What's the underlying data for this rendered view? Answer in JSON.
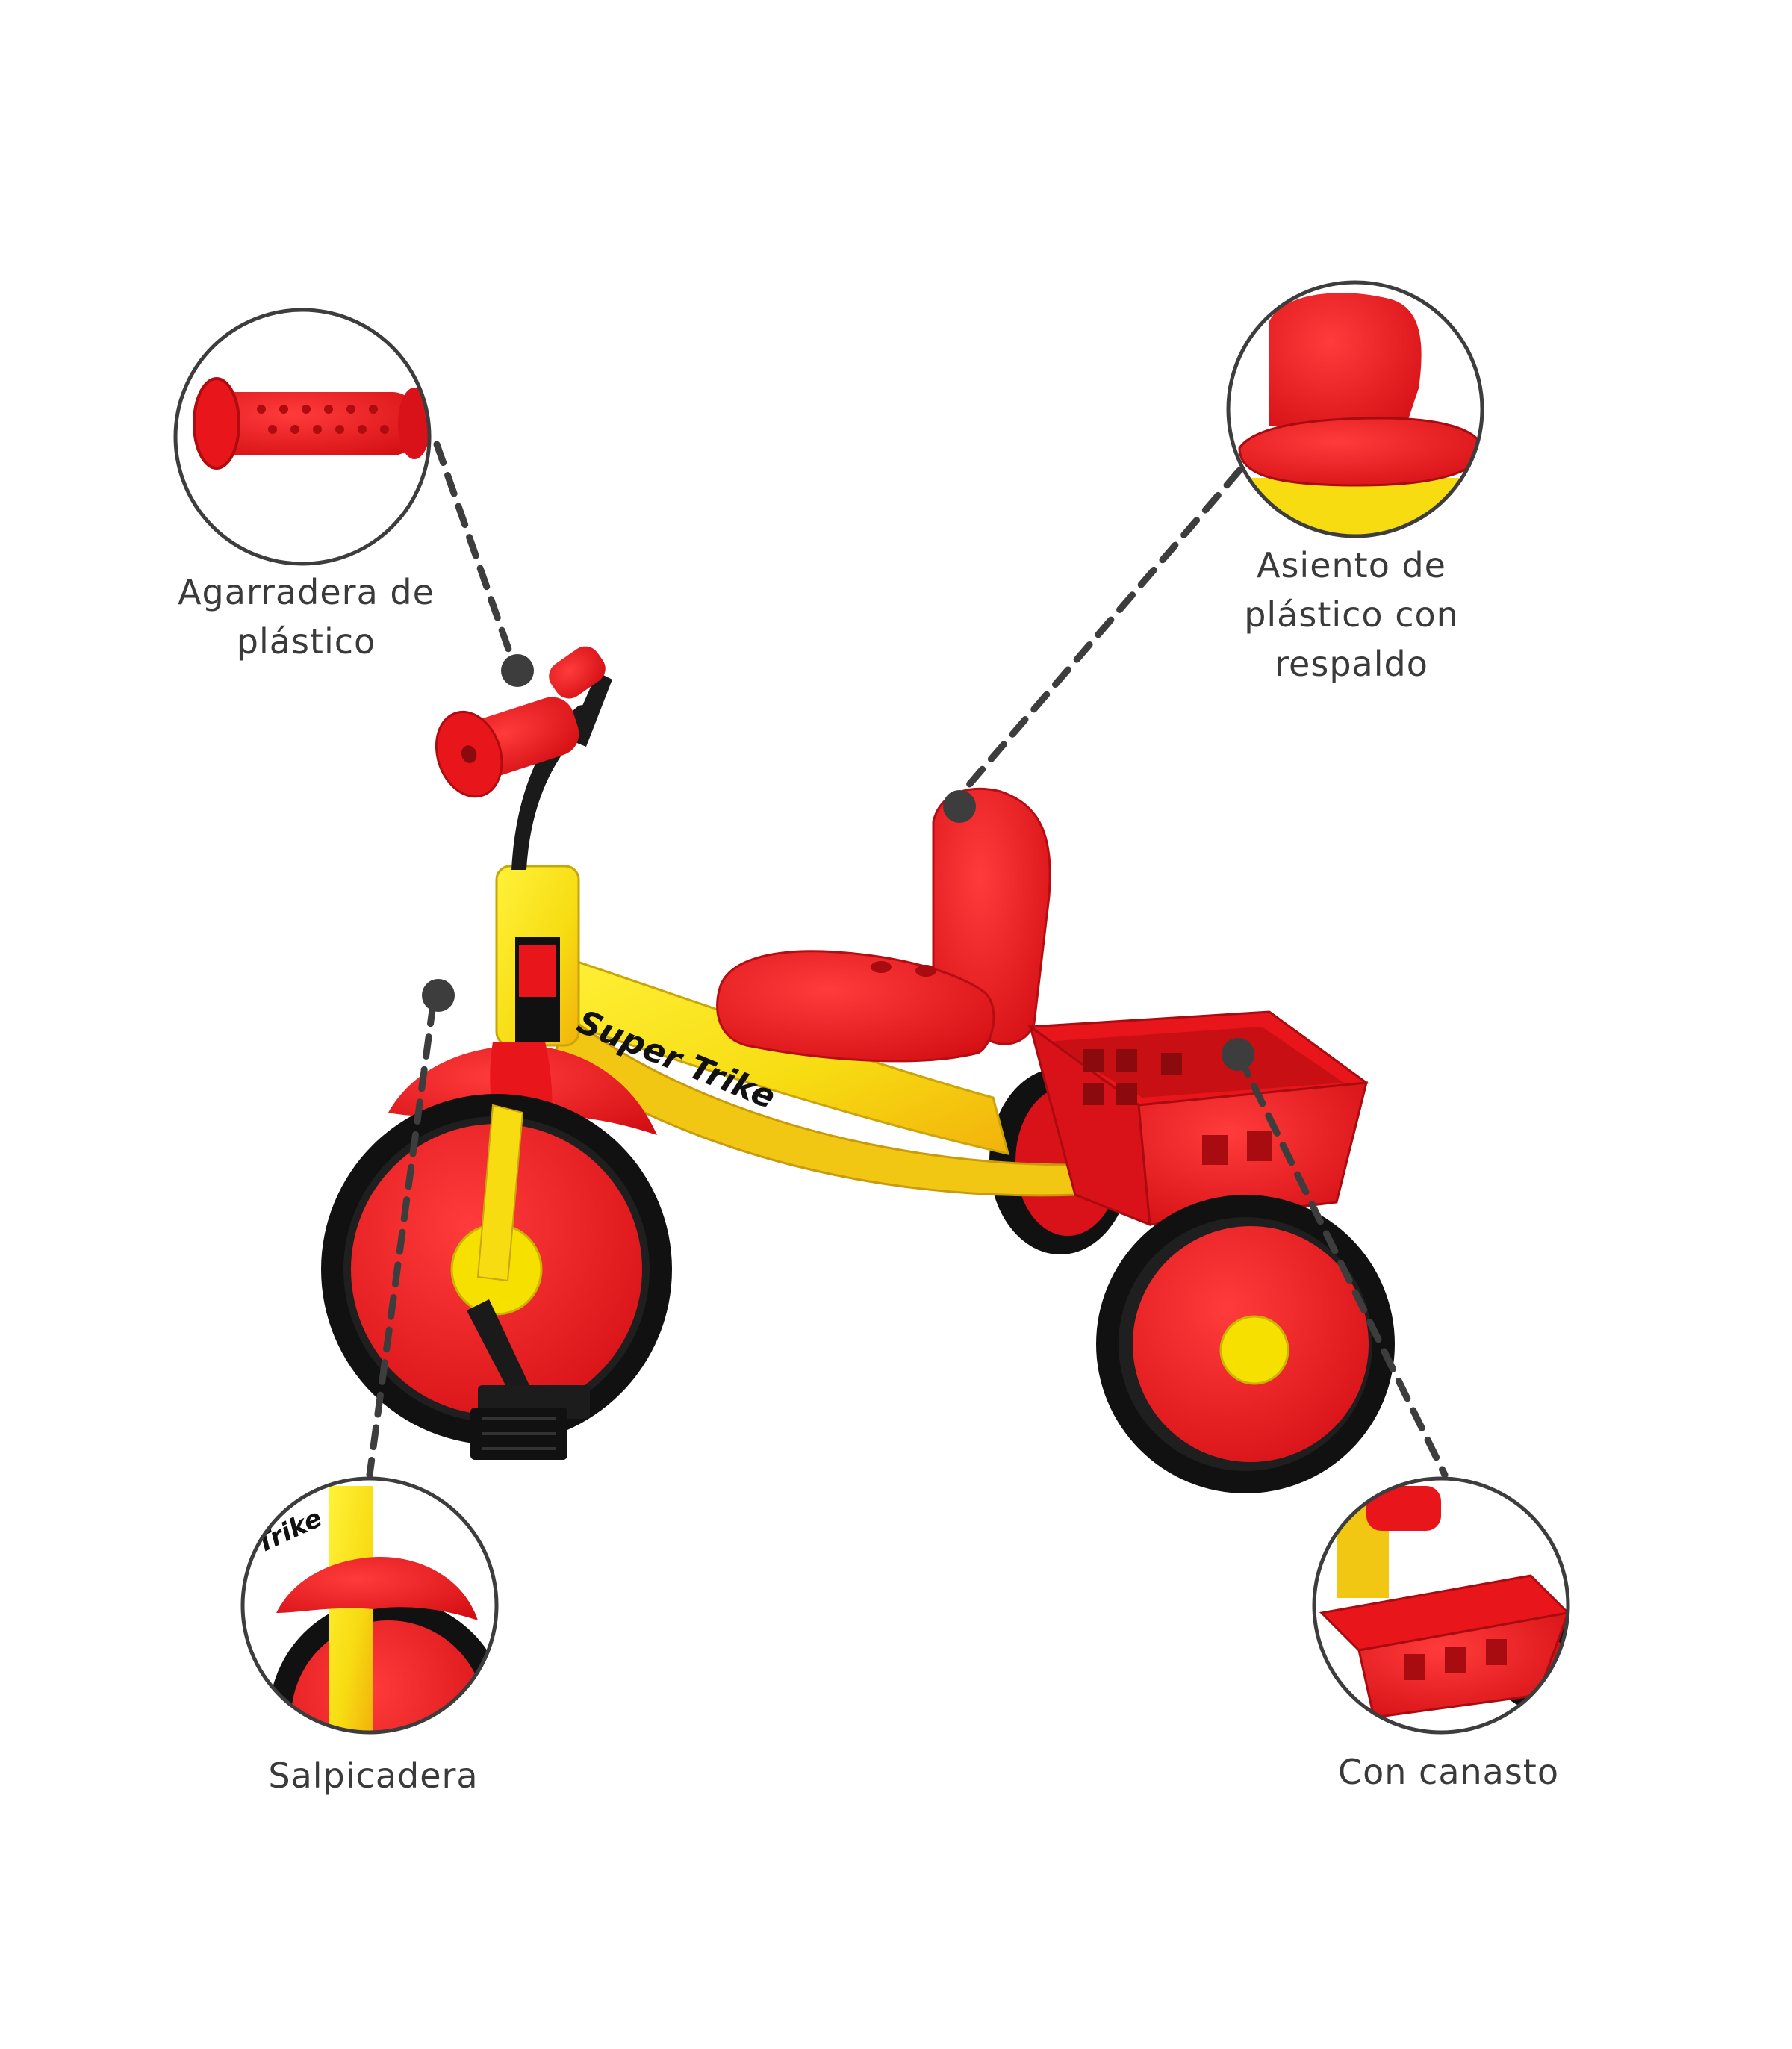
{
  "product": {
    "brand_decal": "Super Trike",
    "colors": {
      "frame": "#f7e11c",
      "plastic": "#e8151b",
      "tire": "#111111",
      "hub": "#f5e000",
      "handlebar": "#1a1a1a",
      "connector": "#3d3d3d"
    }
  },
  "callouts": {
    "grip": {
      "lines": [
        "Agarradera de",
        "plástico"
      ]
    },
    "seat": {
      "lines": [
        "Asiento de",
        "plástico con",
        "respaldo"
      ]
    },
    "fender": {
      "lines": [
        "Salpicadera"
      ]
    },
    "basket": {
      "lines": [
        "Con canasto"
      ]
    }
  }
}
